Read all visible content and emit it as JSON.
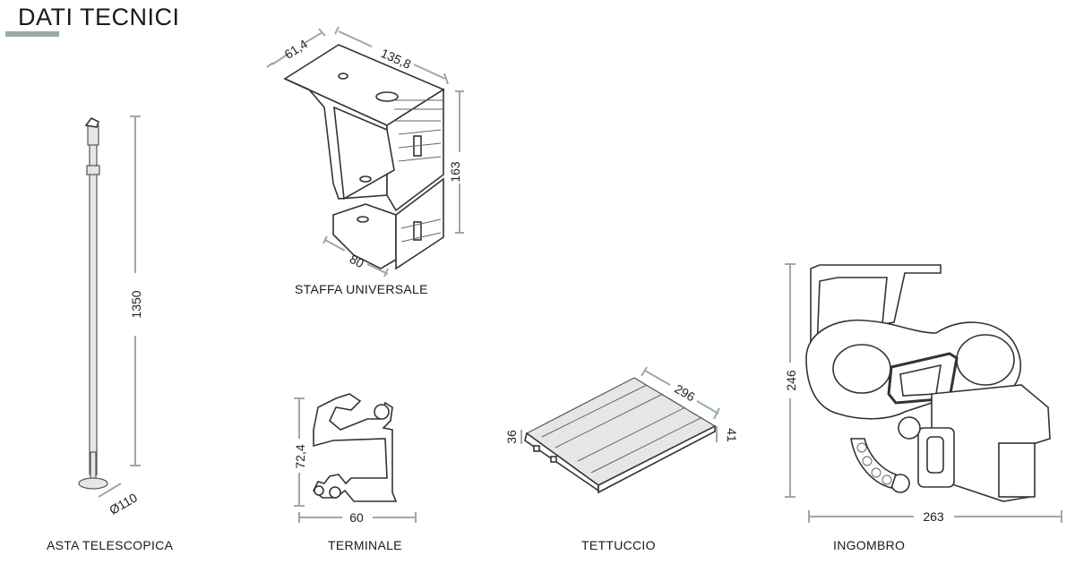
{
  "page": {
    "title": "DATI TECNICI",
    "accent_color": "#9aaaaa"
  },
  "components": {
    "asta": {
      "caption": "ASTA TELESCOPICA",
      "dim_height": "1350",
      "dim_base": "Ø110"
    },
    "staffa": {
      "caption": "STAFFA UNIVERSALE",
      "dim_depth": "61,4",
      "dim_width": "135,8",
      "dim_height": "163",
      "dim_bottom": "80"
    },
    "terminale": {
      "caption": "TERMINALE",
      "dim_height": "72,4",
      "dim_width": "60"
    },
    "tettuccio": {
      "caption": "TETTUCCIO",
      "dim_length": "296",
      "dim_left": "36",
      "dim_right": "41"
    },
    "ingombro": {
      "caption": "INGOMBRO",
      "dim_height": "246",
      "dim_width": "263"
    }
  }
}
